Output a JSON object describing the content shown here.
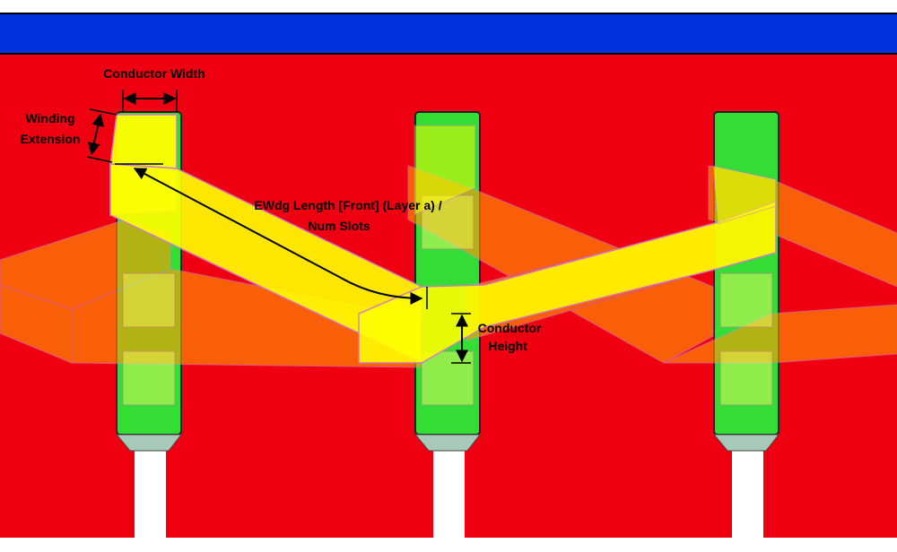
{
  "labels": {
    "conductor_width": "Conductor Width",
    "winding_extension_line1": "Winding",
    "winding_extension_line2": "Extension",
    "ewdg_length_line1": "EWdg Length [Front] (Layer a) /",
    "ewdg_length_line2": "Num Slots",
    "conductor_height_line1": "Conductor",
    "conductor_height_line2": "Height"
  },
  "colors": {
    "stator_core": "#ee0011",
    "top_band": "#0033dd",
    "slot_fill": "#33dd33",
    "slot_wedge": "#a8c8b8",
    "tooth": "#ffffff",
    "active_winding": "#ffff00",
    "back_winding": "#ff9900",
    "outline": "#000000"
  }
}
